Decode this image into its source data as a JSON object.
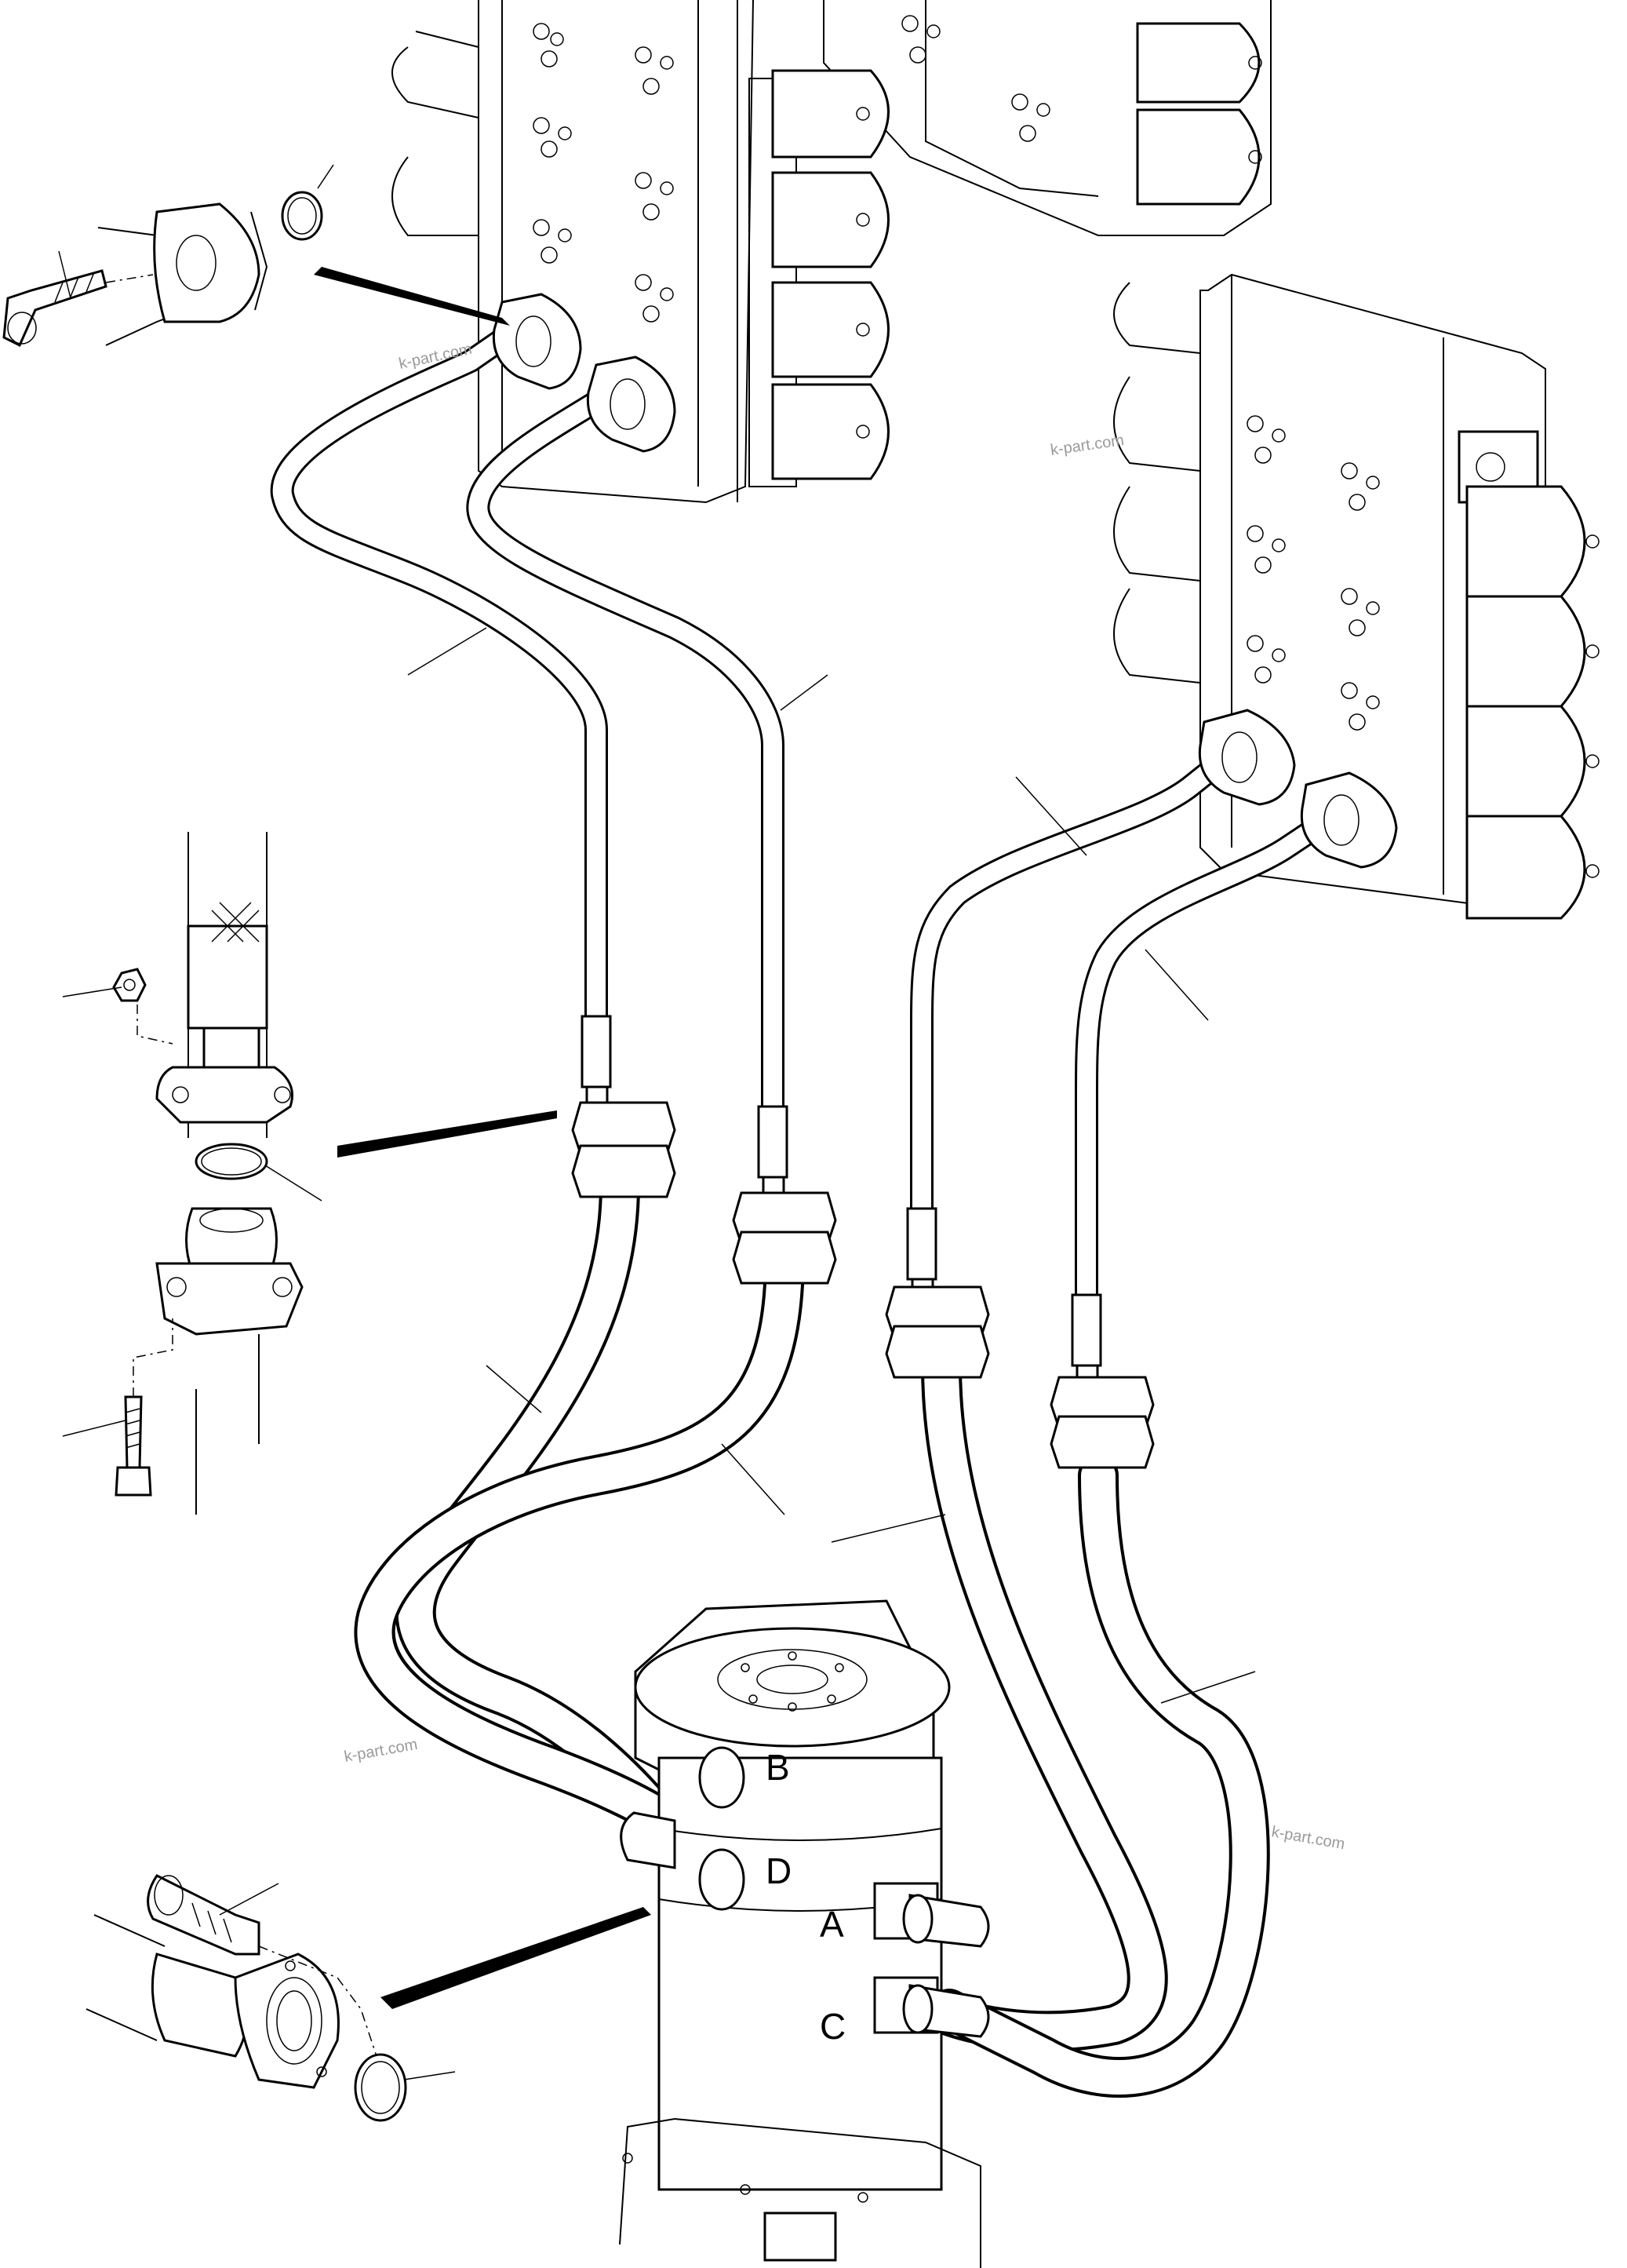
{
  "diagram": {
    "port_labels": {
      "b": "B",
      "d": "D",
      "a": "A",
      "c": "C"
    },
    "watermarks": [
      "k-part.com",
      "k-part.com",
      "k-part.com",
      "k-part.com"
    ]
  }
}
